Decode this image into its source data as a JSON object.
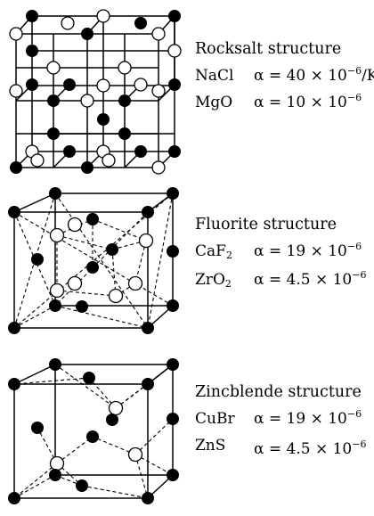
{
  "structures": [
    {
      "title": "Rocksalt structure",
      "rows": [
        {
          "formula": "NaCl",
          "sub": "",
          "alpha_mant": "α = 40 × 10",
          "alpha_exp": "−6",
          "unit": "/K"
        },
        {
          "formula": "MgO",
          "sub": "",
          "alpha_mant": "α = 10 × 10",
          "alpha_exp": "−6",
          "unit": ""
        }
      ]
    },
    {
      "title": "Fluorite structure",
      "rows": [
        {
          "formula": "CaF",
          "sub": "2",
          "alpha_mant": "α = 19 × 10",
          "alpha_exp": "−6",
          "unit": ""
        },
        {
          "formula": "ZrO",
          "sub": "2",
          "alpha_mant": "α = 4.5 × 10",
          "alpha_exp": "−6",
          "unit": ""
        }
      ]
    },
    {
      "title": "Zincblende structure",
      "rows": [
        {
          "formula": "CuBr",
          "sub": "",
          "alpha_mant": "α = 19 × 10",
          "alpha_exp": "−6",
          "unit": ""
        },
        {
          "formula": "ZnS",
          "sub": "",
          "alpha_mant": "α = 4.5 × 10",
          "alpha_exp": "−6",
          "unit": ""
        }
      ]
    }
  ]
}
